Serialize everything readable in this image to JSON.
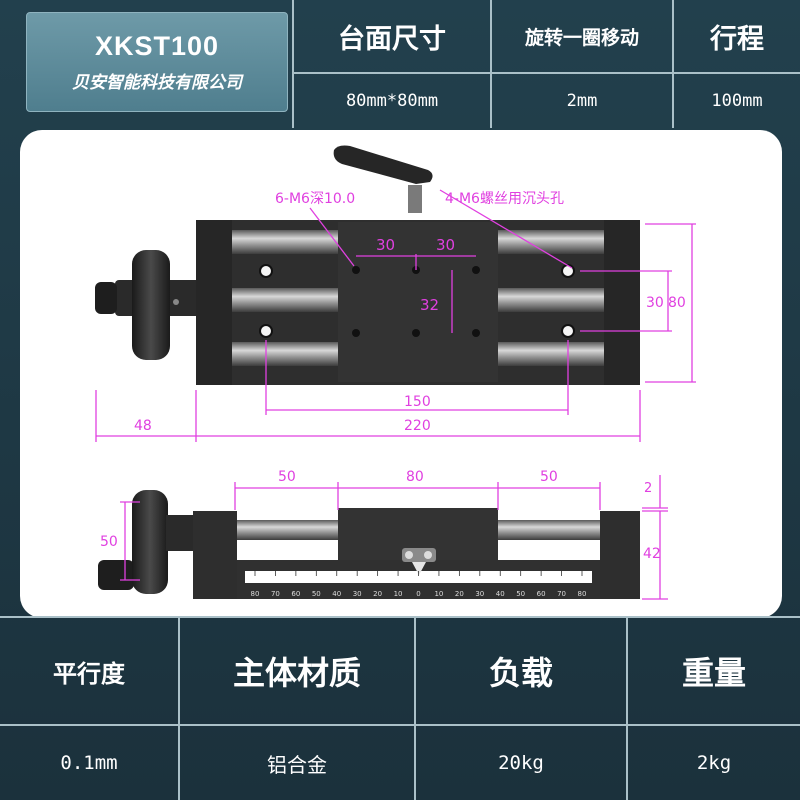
{
  "brand": {
    "model": "XKST100",
    "company": "贝安智能科技有限公司"
  },
  "top_specs": {
    "headers": [
      "台面尺寸",
      "旋转一圈移动",
      "行程"
    ],
    "values": [
      "80mm*80mm",
      "2mm",
      "100mm"
    ]
  },
  "drawing": {
    "hole_label_a": "6-M6深10.0",
    "hole_label_b": "4-M6螺丝用沉头孔",
    "dims_top_view": {
      "d30a": "30",
      "d30b": "30",
      "d32": "32",
      "d30v": "30",
      "d80v": "80",
      "d150": "150",
      "d48": "48",
      "d220": "220"
    },
    "dims_side_view": {
      "d50a": "50",
      "d80": "80",
      "d50b": "50",
      "d2": "2",
      "d50v": "50",
      "d42": "42"
    },
    "scale_ticks": [
      "80",
      "70",
      "60",
      "50",
      "40",
      "30",
      "20",
      "10",
      "0",
      "10",
      "20",
      "30",
      "40",
      "50",
      "60",
      "70",
      "80"
    ]
  },
  "bottom_specs": {
    "headers": [
      "平行度",
      "主体材质",
      "负载",
      "重量"
    ],
    "values": [
      "0.1mm",
      "铝合金",
      "20kg",
      "2kg"
    ]
  },
  "colors": {
    "background": "#1f3440",
    "accent": "#5e8c9b",
    "dimension": "#e040e0",
    "metal_dark": "#2b2b2b"
  }
}
